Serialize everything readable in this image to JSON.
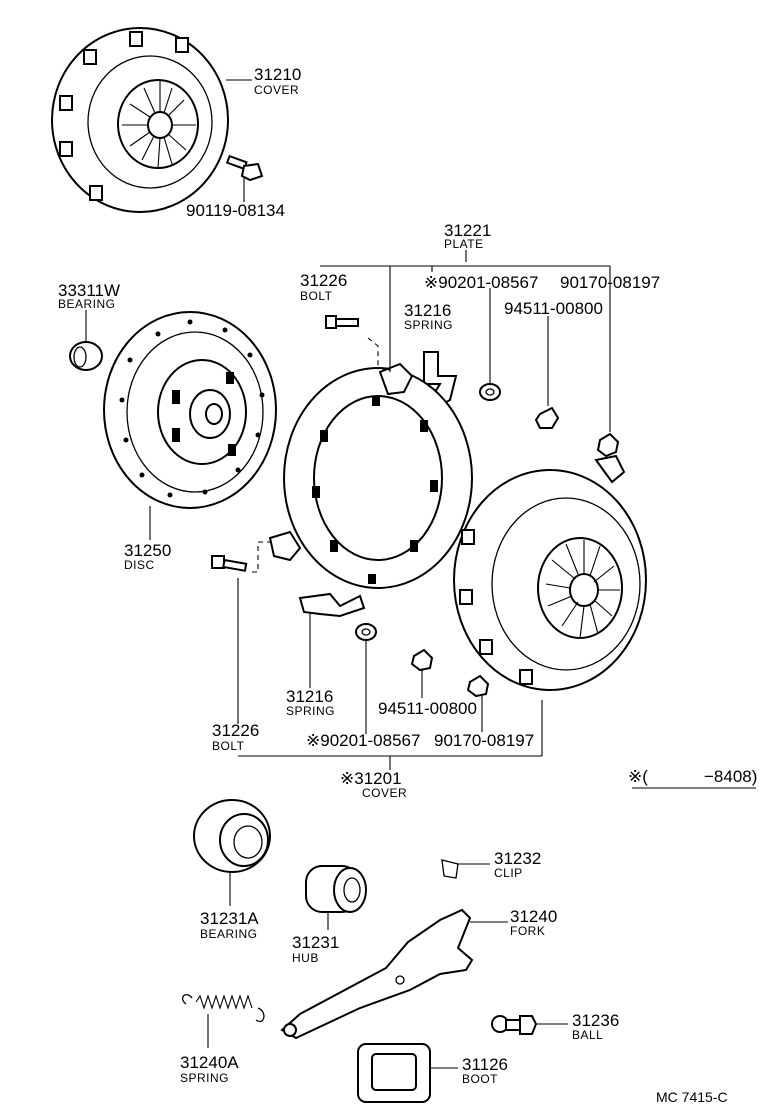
{
  "parts": {
    "cover_top": {
      "number": "31210",
      "name": "COVER"
    },
    "bolt_top": {
      "number": "90119-08134",
      "name": ""
    },
    "plate": {
      "number": "31221",
      "name": "PLATE"
    },
    "bolt_upper": {
      "number": "31226",
      "name": "BOLT"
    },
    "washer_upper": {
      "number": "※90201-08567",
      "name": ""
    },
    "spring_upper": {
      "number": "31216",
      "name": "SPRING"
    },
    "nut_a_upper": {
      "number": "94511-00800",
      "name": ""
    },
    "nut_b_upper": {
      "number": "90170-08197",
      "name": ""
    },
    "bearing_pilot": {
      "number": "33311W",
      "name": "BEARING"
    },
    "disc": {
      "number": "31250",
      "name": "DISC"
    },
    "spring_lower": {
      "number": "31216",
      "name": "SPRING"
    },
    "bolt_lower": {
      "number": "31226",
      "name": "BOLT"
    },
    "nut_a_lower": {
      "number": "94511-00800",
      "name": ""
    },
    "washer_lower": {
      "number": "※90201-08567",
      "name": ""
    },
    "nut_b_lower": {
      "number": "90170-08197",
      "name": ""
    },
    "cover_assy": {
      "number": "※31201",
      "name": "COVER"
    },
    "release_bearing": {
      "number": "31231A",
      "name": "BEARING"
    },
    "hub": {
      "number": "31231",
      "name": "HUB"
    },
    "clip": {
      "number": "31232",
      "name": "CLIP"
    },
    "fork": {
      "number": "31240",
      "name": "FORK"
    },
    "ball": {
      "number": "31236",
      "name": "BALL"
    },
    "return_spring": {
      "number": "31240A",
      "name": "SPRING"
    },
    "boot": {
      "number": "31126",
      "name": "BOOT"
    }
  },
  "footnote": {
    "mark": "※(",
    "range": "−8408)"
  },
  "drawing_code": "MC  7415-C"
}
